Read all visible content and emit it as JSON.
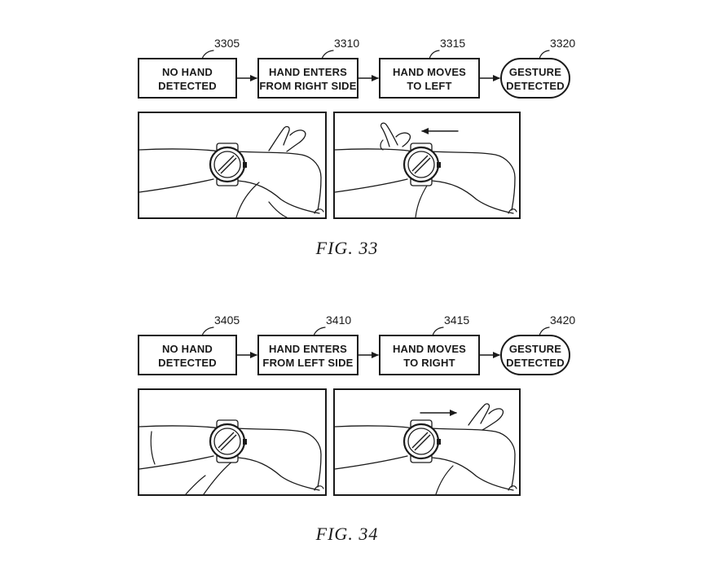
{
  "figures": [
    {
      "caption": "FIG.  33",
      "flow": [
        {
          "ref": "3305",
          "lines": [
            "NO HAND",
            "DETECTED"
          ],
          "shape": "rect"
        },
        {
          "ref": "3310",
          "lines": [
            "HAND ENTERS",
            "FROM RIGHT SIDE"
          ],
          "shape": "rect"
        },
        {
          "ref": "3315",
          "lines": [
            "HAND MOVES",
            "TO LEFT"
          ],
          "shape": "rect"
        },
        {
          "ref": "3320",
          "lines": [
            "GESTURE",
            "DETECTED"
          ],
          "shape": "terminal"
        }
      ],
      "panels": [
        {
          "description": "wrist-with-smartwatch",
          "hand_side": "right",
          "arrow": "none"
        },
        {
          "description": "wrist-with-smartwatch",
          "hand_side": "left",
          "arrow": "left"
        }
      ]
    },
    {
      "caption": "FIG.  34",
      "flow": [
        {
          "ref": "3405",
          "lines": [
            "NO HAND",
            "DETECTED"
          ],
          "shape": "rect"
        },
        {
          "ref": "3410",
          "lines": [
            "HAND ENTERS",
            "FROM LEFT SIDE"
          ],
          "shape": "rect"
        },
        {
          "ref": "3415",
          "lines": [
            "HAND MOVES",
            "TO RIGHT"
          ],
          "shape": "rect"
        },
        {
          "ref": "3420",
          "lines": [
            "GESTURE",
            "DETECTED"
          ],
          "shape": "terminal"
        }
      ],
      "panels": [
        {
          "description": "wrist-with-smartwatch",
          "hand_side": "none",
          "arrow": "none"
        },
        {
          "description": "wrist-with-smartwatch",
          "hand_side": "right",
          "arrow": "right"
        }
      ]
    }
  ]
}
